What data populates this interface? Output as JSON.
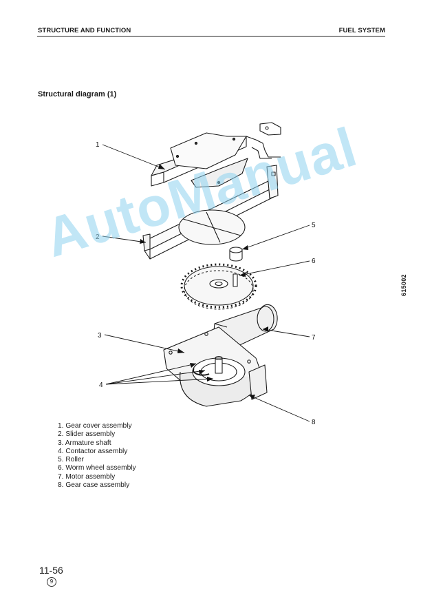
{
  "header": {
    "section": "STRUCTURE AND FUNCTION",
    "chapter": "FUEL SYSTEM"
  },
  "title": "Structural diagram (1)",
  "side_code": "615002",
  "callouts": [
    "1",
    "2",
    "3",
    "4",
    "5",
    "6",
    "7",
    "8"
  ],
  "parts": [
    "1. Gear cover assembly",
    "2. Slider assembly",
    "3. Armature shaft",
    "4. Contactor assembly",
    "5. Roller",
    "6. Worm wheel assembly",
    "7. Motor assembly",
    "8. Gear case assembly"
  ],
  "watermark": "AutoManual",
  "footer": {
    "page_number": "11-56",
    "revision": "9"
  }
}
